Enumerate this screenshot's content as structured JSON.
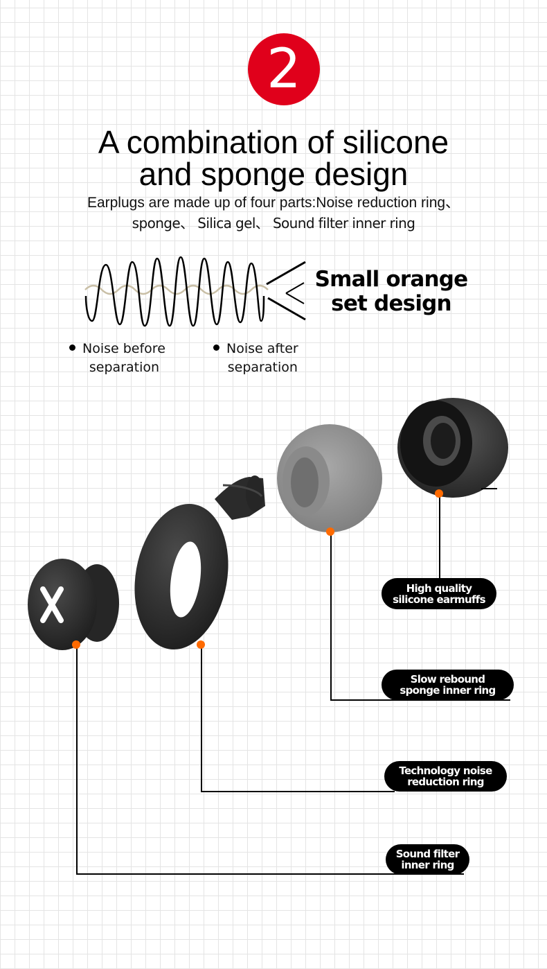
{
  "badge": {
    "number": "2",
    "color": "#e0001b"
  },
  "header": {
    "title_line1": "A combination of silicone",
    "title_line2": "and sponge design",
    "subtitle_line1": "Earplugs are made up of four parts:Noise reduction ring、",
    "subtitle_line2": "sponge、 Silica gel、 Sound filter inner ring"
  },
  "wave_section": {
    "heading_line1": "Small orange",
    "heading_line2": "set design",
    "noise_wave_color": "#000000",
    "filtered_wave_color": "#c9bfa6"
  },
  "legend": [
    {
      "line1": "Noise before",
      "line2": "separation"
    },
    {
      "line1": "Noise after",
      "line2": "separation"
    }
  ],
  "parts": [
    {
      "name": "sound-filter",
      "label_line1": "Sound filter",
      "label_line2": "inner ring"
    },
    {
      "name": "noise-ring",
      "label_line1": "Technology noise",
      "label_line2": "reduction ring"
    },
    {
      "name": "sponge",
      "label_line1": "Slow rebound",
      "label_line2": "sponge inner ring"
    },
    {
      "name": "earmuff",
      "label_line1": "High quality",
      "label_line2": "silicone earmuffs"
    }
  ],
  "accent_color": "#ff6a00"
}
